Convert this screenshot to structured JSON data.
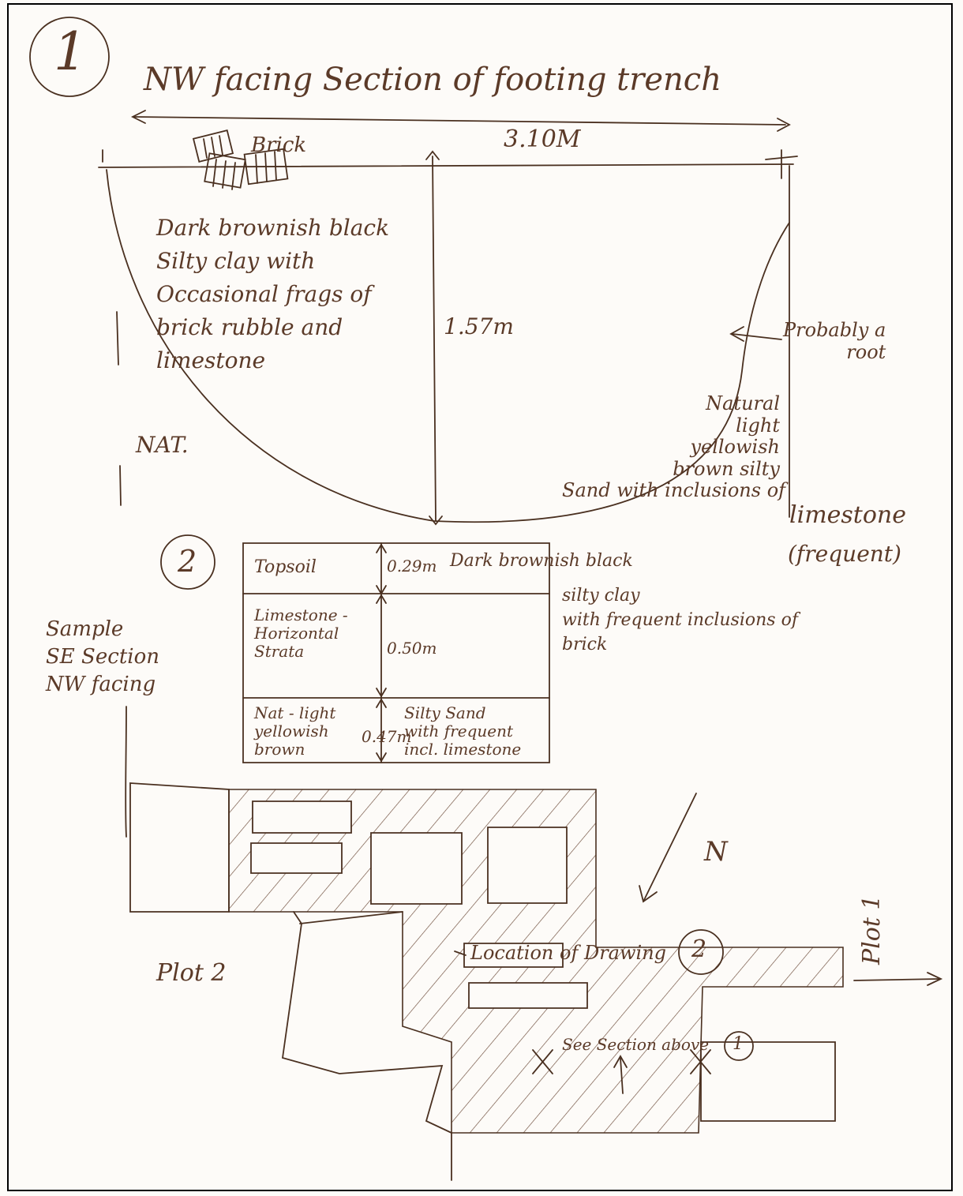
{
  "section_number": "1",
  "title": "NW facing Section of footing trench",
  "width_label": "3.10M",
  "depth_label": "1.57m",
  "brick_label": "Brick",
  "fill_description": "Dark brownish black\nSilty clay with\nOccasional frags of\nbrick rubble and\nlimestone",
  "nat_label": "NAT.",
  "probably_label": "Probably a\nroot",
  "natural_description": "Natural\nlight\nyellowish\nbrown silty\nSand with inclusions of",
  "limestone_label": "limestone",
  "frequent_label": "(frequent)",
  "sample_section": {
    "number": "2",
    "caption": "Sample\nSE Section\nNW facing",
    "rows": [
      {
        "layer": "Topsoil",
        "depth": "0.29m",
        "description": "Dark brownish black"
      },
      {
        "layer": "Limestone -\nHorizontal\nStrata",
        "depth": "0.50m",
        "description": ""
      },
      {
        "layer": "Nat - light\nyellowish\nbrown",
        "depth": "0.47m",
        "description": "Silty Sand\nwith frequent\nincl. limestone"
      }
    ],
    "side_note": "silty clay\nwith frequent inclusions of\nbrick"
  },
  "plan": {
    "north_label": "N",
    "plot2_label": "Plot 2",
    "plot1_label": "Plot 1",
    "location_label": "Location of Drawing",
    "location_number": "2",
    "see_section_label": "See Section above",
    "see_section_number": "1"
  }
}
